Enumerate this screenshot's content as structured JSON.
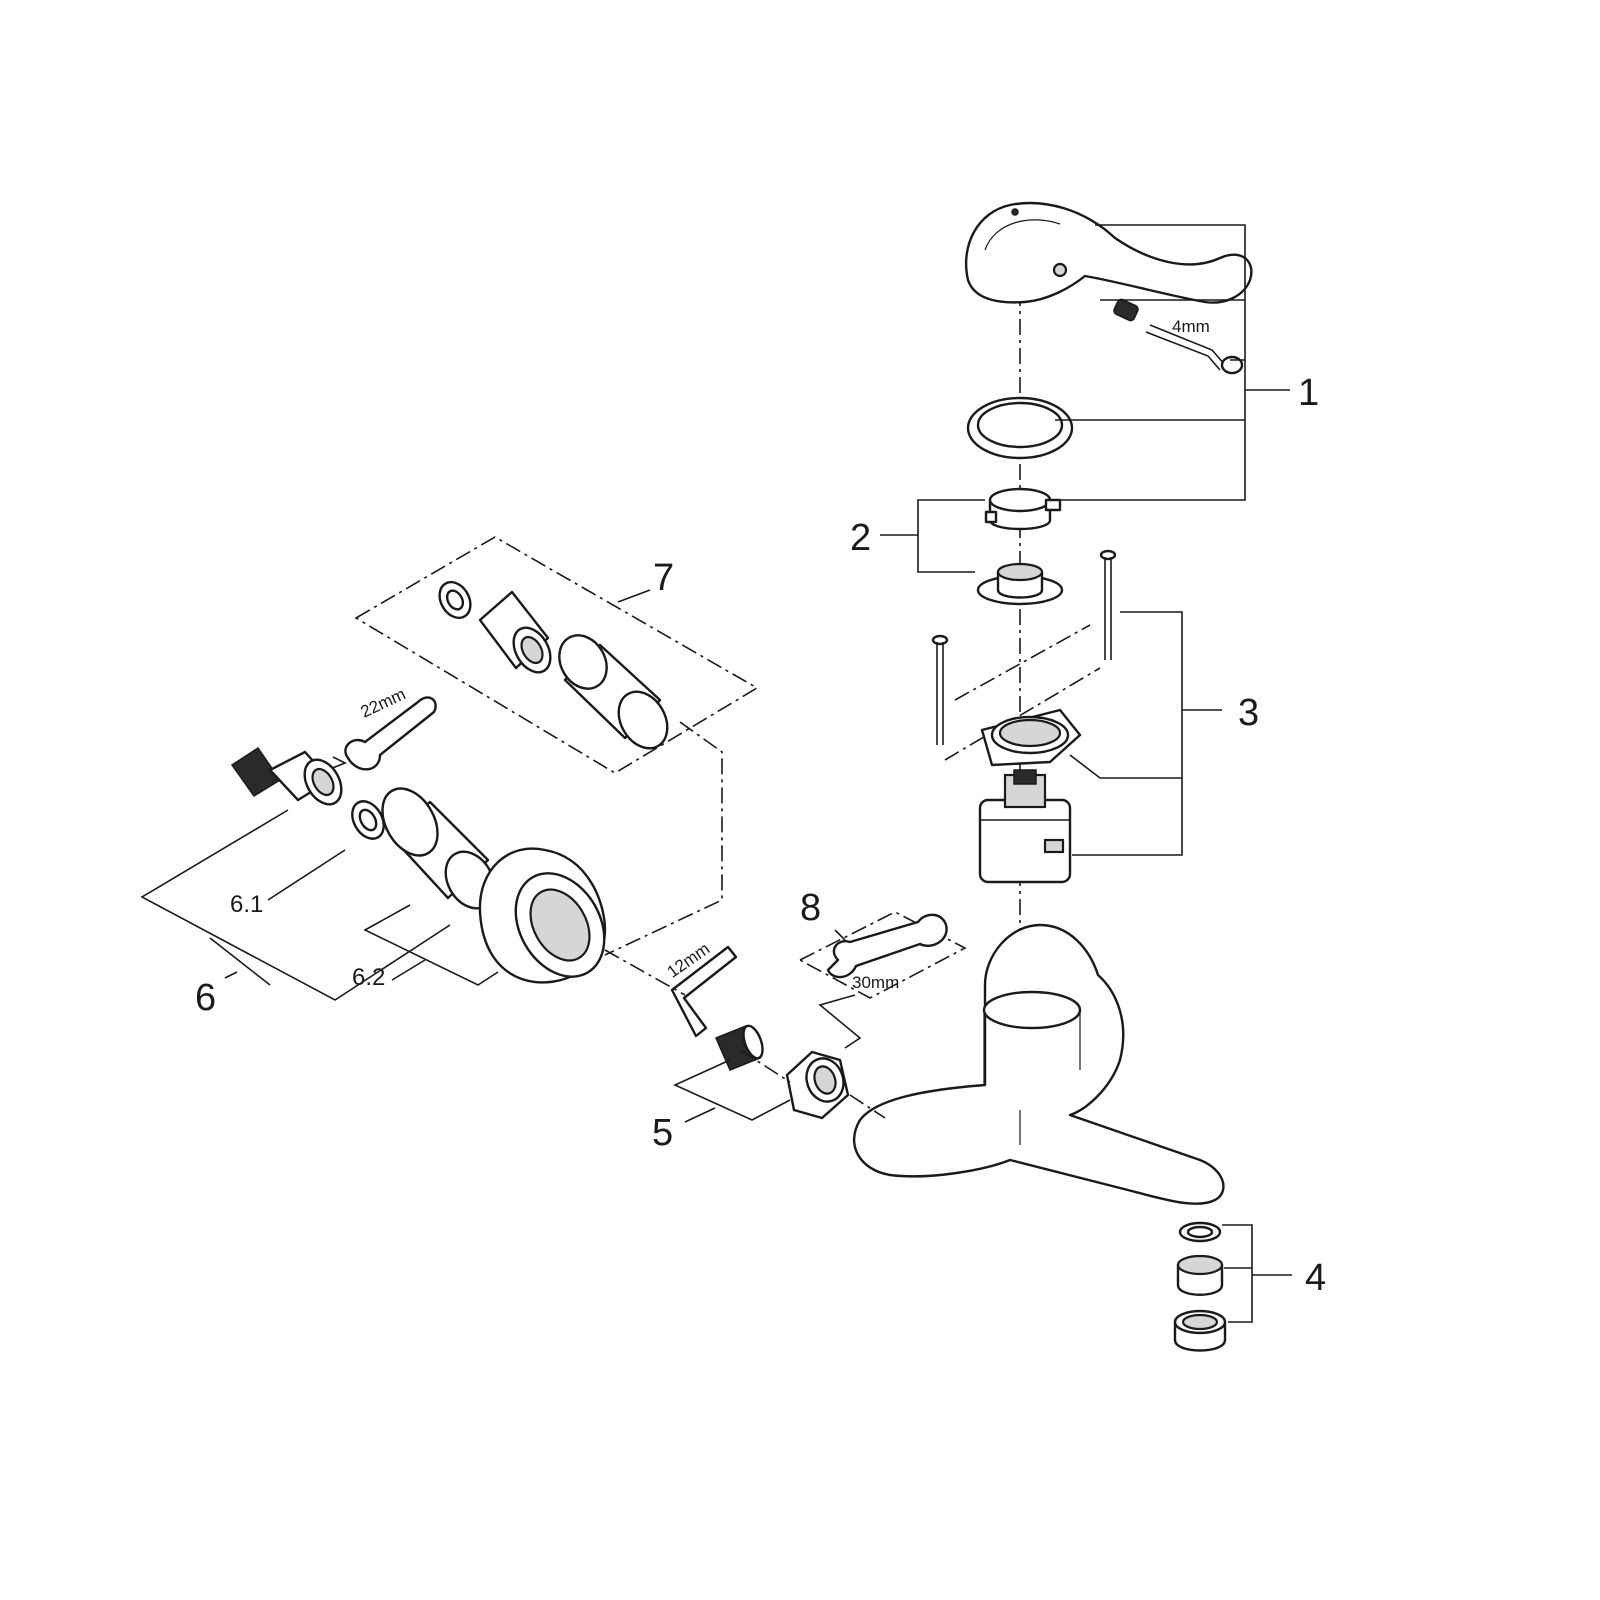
{
  "labels": {
    "p1": "1",
    "p2": "2",
    "p3": "3",
    "p4": "4",
    "p5": "5",
    "p6": "6",
    "p61": "6.1",
    "p62": "6.2",
    "p7": "7",
    "p8": "8"
  },
  "tools": {
    "hex_4": "4mm",
    "wrench_22": "22mm",
    "hex_12": "12mm",
    "wrench_30": "30mm"
  }
}
